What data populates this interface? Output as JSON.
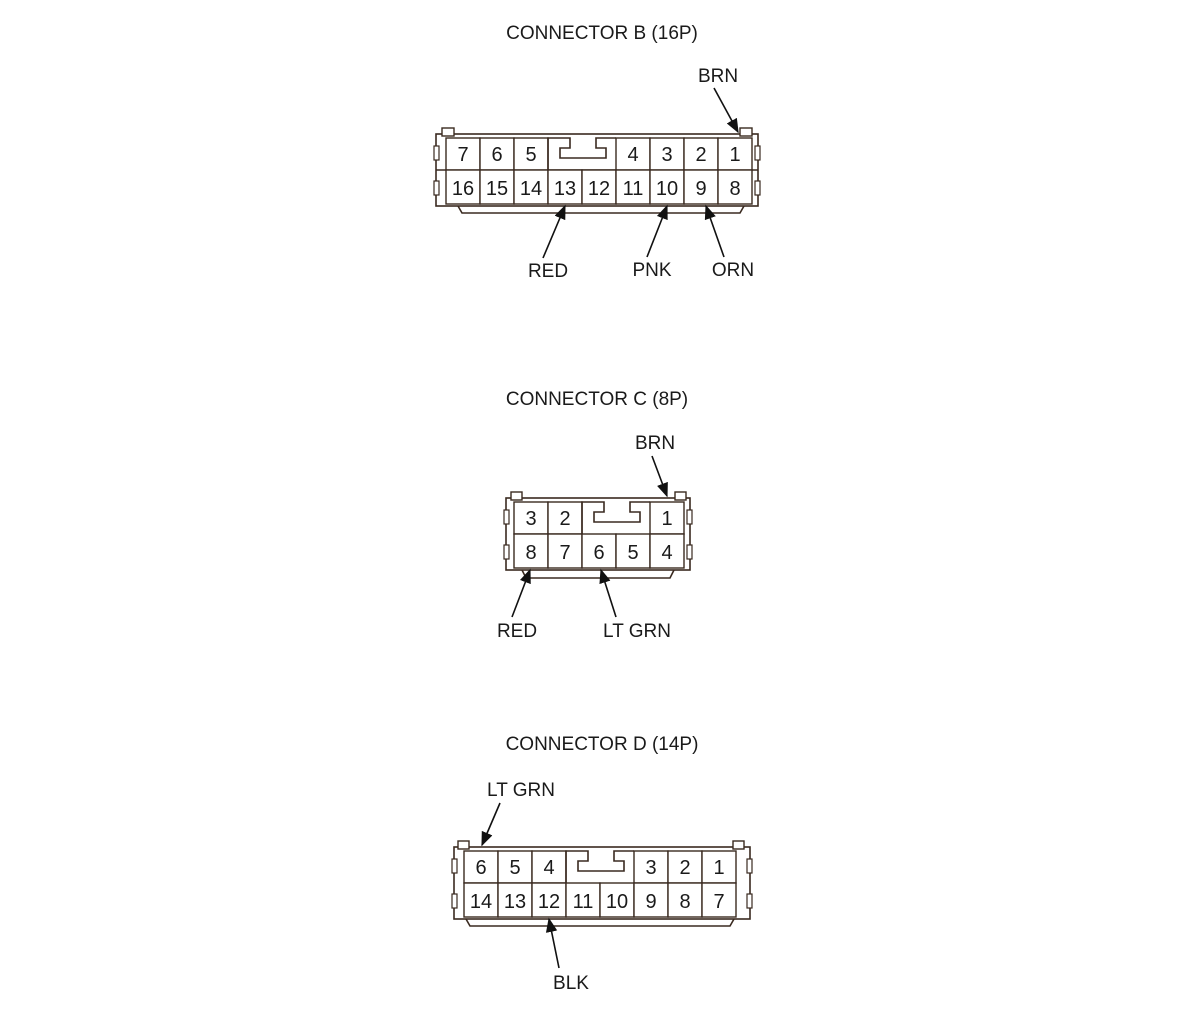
{
  "connectors": [
    {
      "id": "B",
      "title": "CONNECTOR B (16P)",
      "top_row": [
        "7",
        "6",
        "5",
        "",
        "",
        "4",
        "3",
        "2",
        "1"
      ],
      "bottom_row": [
        "16",
        "15",
        "14",
        "13",
        "12",
        "11",
        "10",
        "9",
        "8"
      ],
      "wires": [
        {
          "label": "BRN",
          "pin": "1"
        },
        {
          "label": "RED",
          "pin": "13"
        },
        {
          "label": "PNK",
          "pin": "10"
        },
        {
          "label": "ORN",
          "pin": "9"
        }
      ]
    },
    {
      "id": "C",
      "title": "CONNECTOR C (8P)",
      "top_row": [
        "3",
        "2",
        "",
        "",
        "1"
      ],
      "bottom_row": [
        "8",
        "7",
        "6",
        "5",
        "4"
      ],
      "wires": [
        {
          "label": "BRN",
          "pin": "1"
        },
        {
          "label": "RED",
          "pin": "8"
        },
        {
          "label": "LT GRN",
          "pin": "6"
        }
      ]
    },
    {
      "id": "D",
      "title": "CONNECTOR D (14P)",
      "top_row": [
        "6",
        "5",
        "4",
        "",
        "",
        "3",
        "2",
        "1"
      ],
      "bottom_row": [
        "14",
        "13",
        "12",
        "11",
        "10",
        "9",
        "8",
        "7"
      ],
      "wires": [
        {
          "label": "LT GRN",
          "pin": "6"
        },
        {
          "label": "BLK",
          "pin": "12"
        }
      ]
    }
  ]
}
